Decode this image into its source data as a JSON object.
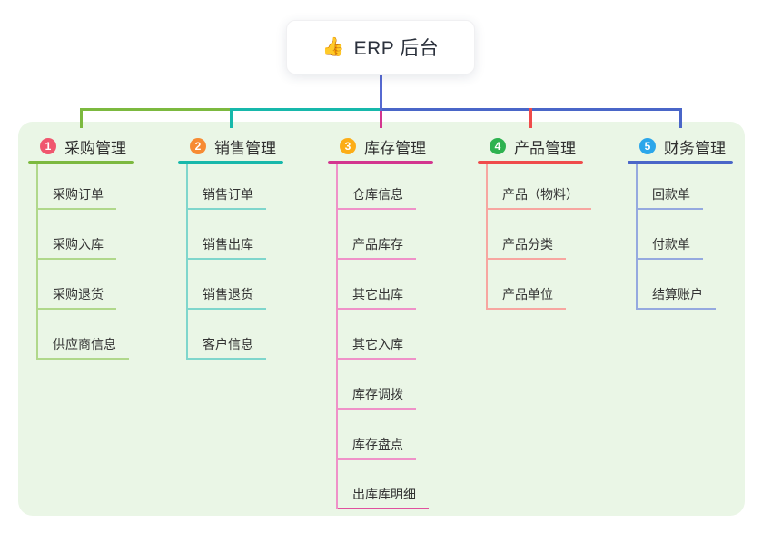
{
  "root": {
    "icon": "👍",
    "title": "ERP 后台"
  },
  "colors": {
    "panel_bg": "#eaf6e6",
    "root_line": "#5669d1",
    "page_bg": "#ffffff",
    "branch_label_text": "#303030",
    "child_text": "#333333"
  },
  "branches": [
    {
      "num": "1",
      "label": "采购管理",
      "badge_color": "#f0566e",
      "line_color": "#7cb93f",
      "child_line_color": "#b0d88b",
      "children": [
        {
          "label": "采购订单"
        },
        {
          "label": "采购入库"
        },
        {
          "label": "采购退货"
        },
        {
          "label": "供应商信息"
        }
      ]
    },
    {
      "num": "2",
      "label": "销售管理",
      "badge_color": "#f78b33",
      "line_color": "#17b8ab",
      "child_line_color": "#7fd6cc",
      "children": [
        {
          "label": "销售订单"
        },
        {
          "label": "销售出库"
        },
        {
          "label": "销售退货"
        },
        {
          "label": "客户信息"
        }
      ]
    },
    {
      "num": "3",
      "label": "库存管理",
      "badge_color": "#fcad17",
      "line_color": "#d3368f",
      "child_line_color": "#ef91c8",
      "children": [
        {
          "label": "仓库信息"
        },
        {
          "label": "产品库存"
        },
        {
          "label": "其它出库"
        },
        {
          "label": "其它入库"
        },
        {
          "label": "库存调拨"
        },
        {
          "label": "库存盘点"
        },
        {
          "label": "出库库明细",
          "line_color": "#e0519e"
        }
      ]
    },
    {
      "num": "4",
      "label": "产品管理",
      "badge_color": "#2eb250",
      "line_color": "#ef4b4b",
      "child_line_color": "#f7a6a0",
      "children": [
        {
          "label": "产品（物料）"
        },
        {
          "label": "产品分类"
        },
        {
          "label": "产品单位"
        }
      ]
    },
    {
      "num": "5",
      "label": "财务管理",
      "badge_color": "#2ba6ea",
      "line_color": "#4a66c8",
      "child_line_color": "#95a9df",
      "children": [
        {
          "label": "回款单"
        },
        {
          "label": "付款单"
        },
        {
          "label": "结算账户"
        }
      ]
    }
  ]
}
